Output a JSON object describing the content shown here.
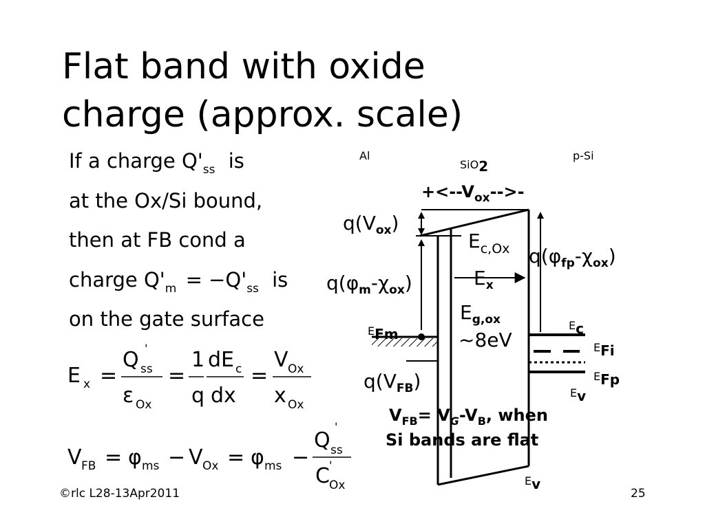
{
  "title": {
    "line1": "Flat band with oxide",
    "line2": "charge (approx. scale)"
  },
  "text": {
    "p1a": "If a charge Q'",
    "p1sub": "ss",
    "p1b": "is",
    "p2": "at the Ox/Si bound,",
    "p3": "then at FB cond a",
    "p4a": "charge Q'",
    "p4m": "m",
    "p4eq": "= −Q'",
    "p4sub": "ss",
    "p4b": "is",
    "p5": "on the gate surface"
  },
  "eq1": {
    "lhs": "E",
    "lhs_sub": "x",
    "eq": "=",
    "f1_num": "Q",
    "f1_num_sup": "'",
    "f1_num_sub": "ss",
    "f1_den": "ε",
    "f1_den_sub": "Ox",
    "f2_num": "1",
    "f2_den": "q",
    "f3_num": "dE",
    "f3_num_sub": "c",
    "f3_den": "dx",
    "f4_num": "V",
    "f4_num_sub": "Ox",
    "f4_den": "x",
    "f4_den_sub": "Ox"
  },
  "eq2": {
    "lhs": "V",
    "lhs_sub": "FB",
    "eq": "=",
    "phi": "φ",
    "phi_sub": "ms",
    "minus": "−",
    "v": "V",
    "v_sub": "Ox",
    "f_num": "Q",
    "f_num_sup": "'",
    "f_num_sub": "ss",
    "f_den": "C",
    "f_den_sup": "'",
    "f_den_sub": "Ox"
  },
  "diagram": {
    "region_al": "Al",
    "region_sio2": "SiO",
    "region_sio2_sub": "2",
    "vox_arrow": "+<--V",
    "vox_arrow_sub": "ox",
    "vox_arrow_end": "-->-",
    "q_vox": "q(V",
    "q_vox_sub": "ox",
    "q_vox_end": ")",
    "ec_ox": "E",
    "ec_ox_sub": "c,Ox",
    "q_phifp": "q(φ",
    "q_phifp_sub1": "fp",
    "q_phifp_mid": "-χ",
    "q_phifp_sub2": "ox",
    "q_phifp_end": ")",
    "q_phim": "q(φ",
    "q_phim_sub1": "m",
    "q_phim_mid": "-χ",
    "q_phim_sub2": "ox",
    "q_phim_end": ")",
    "ex": "E",
    "ex_sub": "x",
    "eg": "E",
    "eg_sub": "g,ox",
    "eg_val": "~8eV",
    "efm": "E",
    "efm_sub": "Fm",
    "ec": "E",
    "ec_sub": "c",
    "efi": "E",
    "efi_sub": "Fi",
    "q_vfb": "q(V",
    "q_vfb_sub": "FB",
    "q_vfb_end": ")",
    "efp": "E",
    "efp_sub": "Fp",
    "ev": "E",
    "ev_sub": "v",
    "ev_bottom": "E",
    "ev_bottom_sub": "v",
    "psi": "p-Si",
    "vfb_def1": "V",
    "vfb_def1_sub": "FB",
    "vfb_def1_b": "= V",
    "vfb_def1_sub2": "G",
    "vfb_def1_c": "-V",
    "vfb_def1_sub3": "B",
    "vfb_def1_d": ", when",
    "vfb_def2": "Si bands are flat"
  },
  "footer": {
    "left": "©rlc L28-13Apr2011",
    "right": "25"
  }
}
